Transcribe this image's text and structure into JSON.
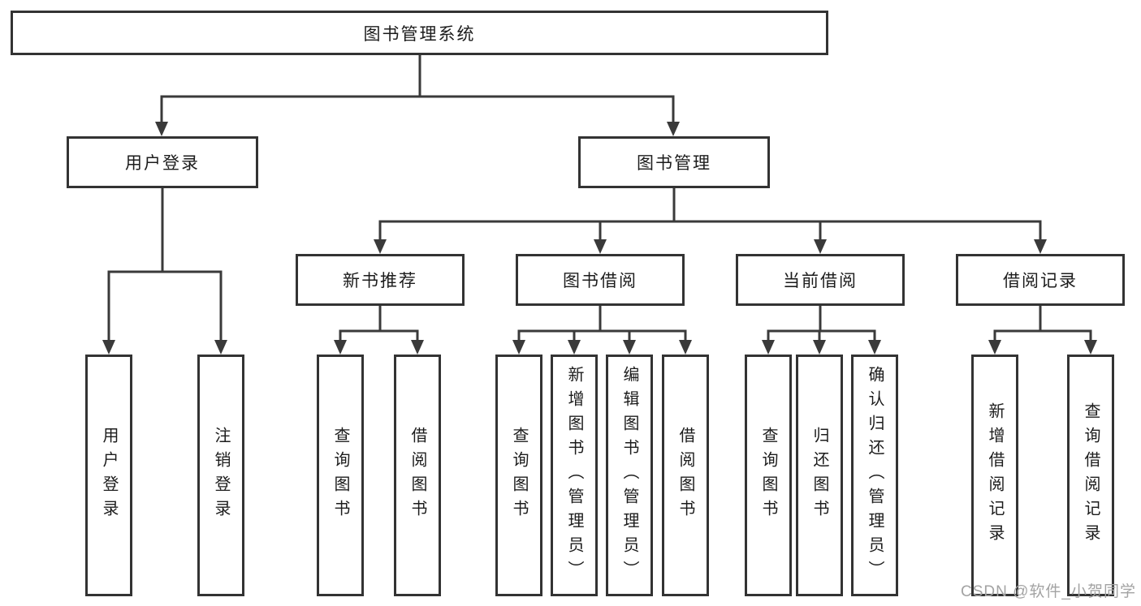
{
  "tree": {
    "root": "图书管理系统",
    "branches": [
      {
        "label": "用户登录",
        "children": [
          "用户登录",
          "注销登录"
        ]
      },
      {
        "label": "图书管理",
        "sections": [
          {
            "label": "新书推荐",
            "children": [
              "查询图书",
              "借阅图书"
            ]
          },
          {
            "label": "图书借阅",
            "children": [
              "查询图书",
              "新增图书（管理员）",
              "编辑图书（管理员）",
              "借阅图书"
            ]
          },
          {
            "label": "当前借阅",
            "children": [
              "查询图书",
              "归还图书",
              "确认归还（管理员）"
            ]
          },
          {
            "label": "借阅记录",
            "children": [
              "新增借阅记录",
              "查询借阅记录"
            ]
          }
        ]
      }
    ]
  },
  "watermark": "CSDN @软件_小贺同学",
  "colors": {
    "line": "#3a3a3a",
    "box_border": "#333333",
    "text": "#1c1c1c",
    "watermark": "#a3a3a3",
    "background": "#ffffff"
  }
}
